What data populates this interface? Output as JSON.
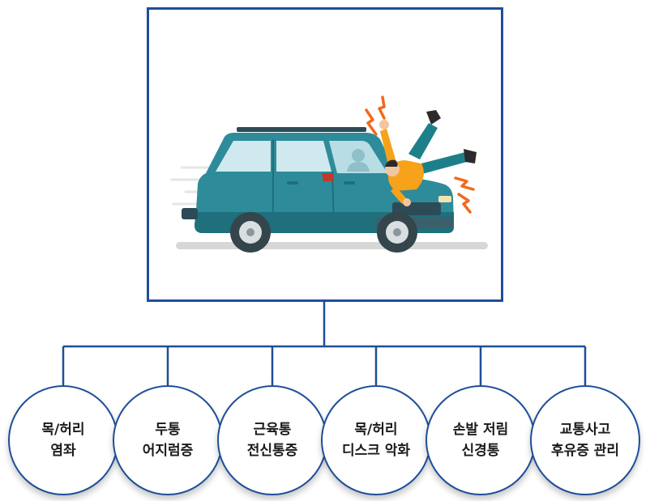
{
  "colors": {
    "frame": "#1f4e99",
    "connector": "#1f4e99",
    "car_body": "#2e8b9a",
    "person_shirt": "#f7a21b"
  },
  "illustration": {
    "icon": "car-accident-illustration"
  },
  "nodes": [
    {
      "line1": "목/허리",
      "line2": "염좌"
    },
    {
      "line1": "두통",
      "line2": "어지럼증"
    },
    {
      "line1": "근육통",
      "line2": "전신통증"
    },
    {
      "line1": "목/허리",
      "line2": "디스크 악화"
    },
    {
      "line1": "손발 저림",
      "line2": "신경통"
    },
    {
      "line1": "교통사고",
      "line2": "후유증 관리"
    }
  ]
}
